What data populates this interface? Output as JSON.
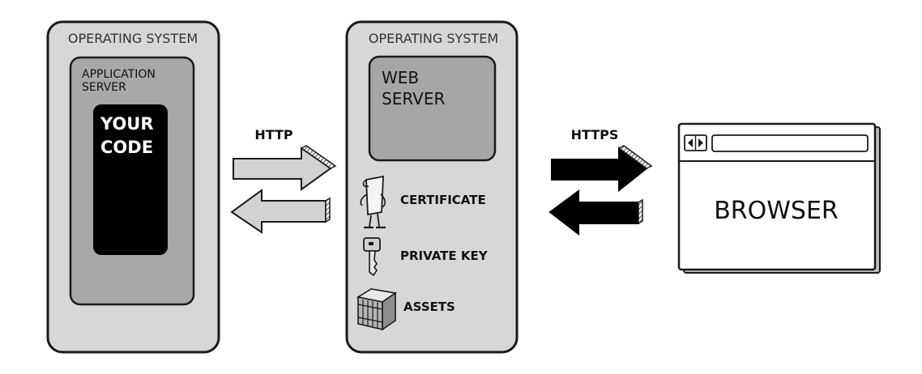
{
  "left_box": {
    "title": "OPERATING SYSTEM",
    "app_server_label_line1": "APPLICATION",
    "app_server_label_line2": "SERVER",
    "code_label_line1": "YOUR",
    "code_label_line2": "CODE"
  },
  "middle_box": {
    "title": "OPERATING SYSTEM",
    "web_server_line1": "WEB",
    "web_server_line2": "SERVER",
    "items": [
      {
        "label": "CERTIFICATE",
        "icon": "certificate-icon"
      },
      {
        "label": "PRIVATE KEY",
        "icon": "key-icon"
      },
      {
        "label": "ASSETS",
        "icon": "crate-icon"
      }
    ]
  },
  "arrows": {
    "http_label": "HTTP",
    "https_label": "HTTPS"
  },
  "browser": {
    "label": "BROWSER",
    "nav_icon": "back-forward-icon"
  },
  "colors": {
    "os_fill": "#d7d7d7",
    "app_server_fill": "#a8a8a8",
    "web_server_fill": "#a6a6a6",
    "code_fill": "#000000",
    "outline": "#1a1a1a"
  }
}
